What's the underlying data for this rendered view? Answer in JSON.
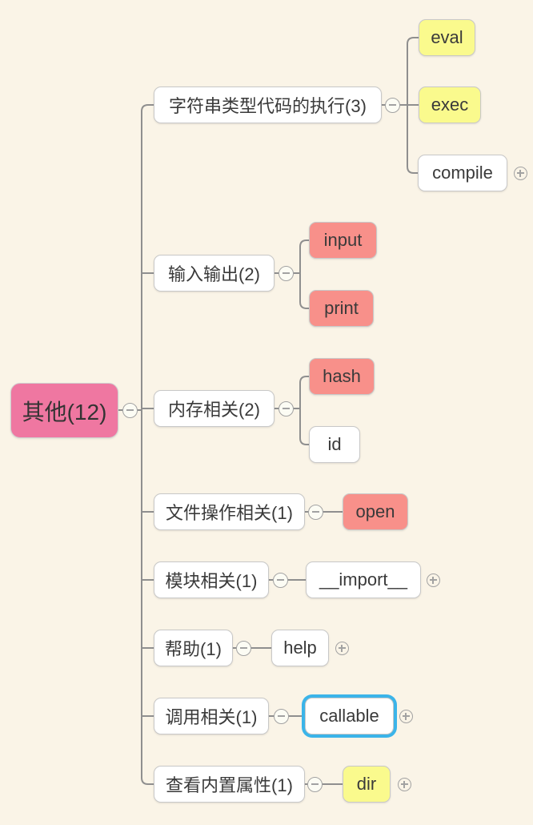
{
  "app": {
    "kind": "mind-map"
  },
  "root": {
    "label": "其他(12)"
  },
  "branches": [
    {
      "label": "字符串类型代码的执行(3)",
      "children": [
        {
          "label": "eval",
          "style": "yellow"
        },
        {
          "label": "exec",
          "style": "yellow"
        },
        {
          "label": "compile",
          "style": "white",
          "has_expand_toggle": true
        }
      ]
    },
    {
      "label": "输入输出(2)",
      "children": [
        {
          "label": "input",
          "style": "salmon"
        },
        {
          "label": "print",
          "style": "salmon"
        }
      ]
    },
    {
      "label": "内存相关(2)",
      "children": [
        {
          "label": "hash",
          "style": "salmon"
        },
        {
          "label": "id",
          "style": "white"
        }
      ]
    },
    {
      "label": "文件操作相关(1)",
      "children": [
        {
          "label": "open",
          "style": "salmon"
        }
      ]
    },
    {
      "label": "模块相关(1)",
      "children": [
        {
          "label": "__import__",
          "style": "white",
          "has_expand_toggle": true
        }
      ]
    },
    {
      "label": "帮助(1)",
      "children": [
        {
          "label": "help",
          "style": "white",
          "has_expand_toggle": true
        }
      ]
    },
    {
      "label": "调用相关(1)",
      "children": [
        {
          "label": "callable",
          "style": "white",
          "selected": true,
          "has_expand_toggle": true
        }
      ]
    },
    {
      "label": "查看内置属性(1)",
      "children": [
        {
          "label": "dir",
          "style": "yellow",
          "has_expand_toggle": true
        }
      ]
    }
  ],
  "icons": {
    "collapse": "minus-circle",
    "expand": "plus-circle"
  },
  "colors": {
    "background": "#FAF4E7",
    "root_fill": "#EF77A1",
    "yellow_fill": "#FAFA8D",
    "salmon_fill": "#F8908A",
    "node_border": "#C8C8C8",
    "selected_outline": "#3BB4E9",
    "connector_line": "#8F8F8F",
    "text": "#3A3A3A"
  }
}
